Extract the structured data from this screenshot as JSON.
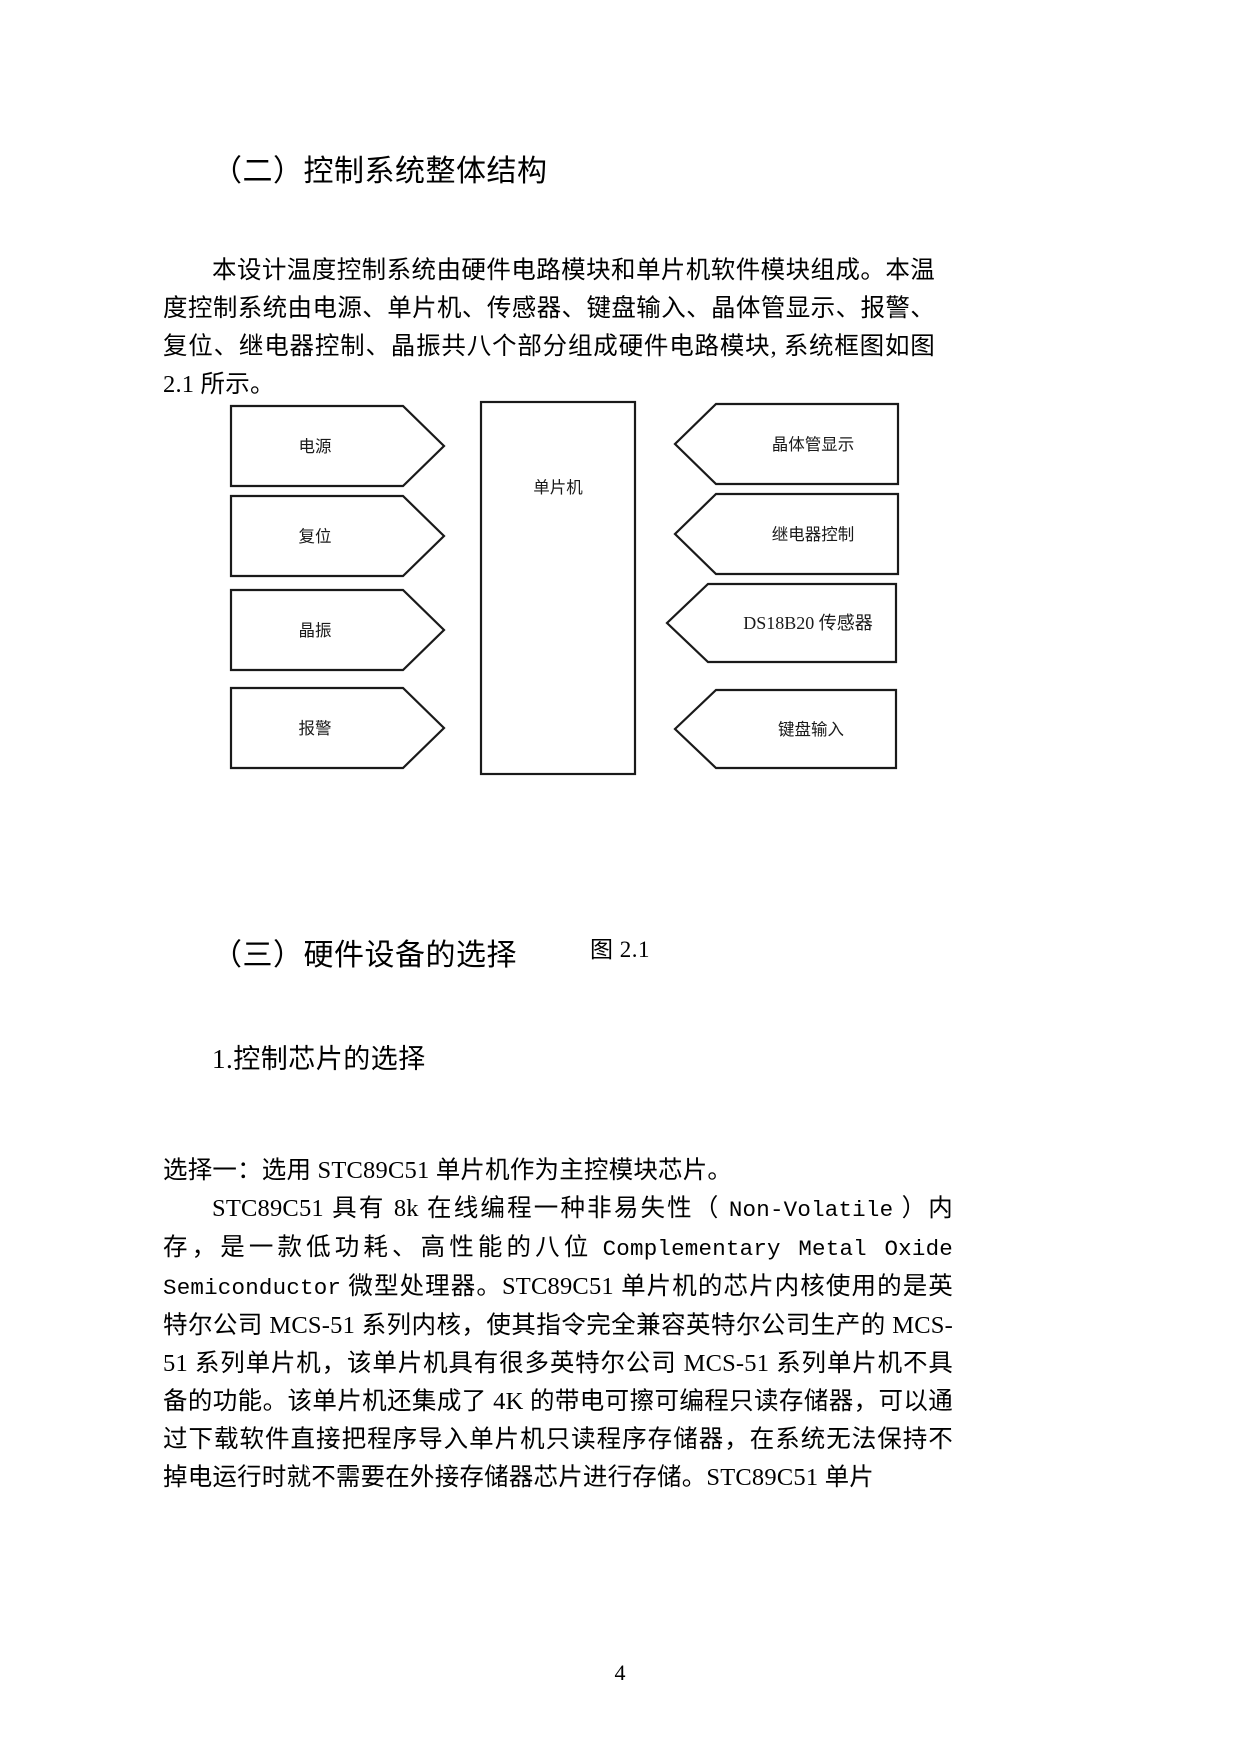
{
  "document": {
    "page_number": "4",
    "headings": {
      "section_two": "（二）控制系统整体结构",
      "section_three": "（三）硬件设备的选择",
      "subsection_one": "1.控制芯片的选择"
    },
    "paragraphs": {
      "intro": "本设计温度控制系统由硬件电路模块和单片机软件模块组成。本温度控制系统由电源、单片机、传感器、键盘输入、晶体管显示、报警、复位、继电器控制、晶振共八个部分组成硬件电路模块, 系统框图如图 2.1 所示。",
      "choice_one": "选择一：选用 STC89C51 单片机作为主控模块芯片。",
      "detail_part1": "STC89C51 具有 8k 在线编程一种非易失性（ ",
      "detail_mono1": "Non-Volatile",
      "detail_part2": " ）内存，是一款低功耗、高性能的八位 ",
      "detail_mono2": "Complementary Metal Oxide Semiconductor",
      "detail_part3": " 微型处理器。STC89C51 单片机的芯片内核使用的是英特尔公司 MCS-51 系列内核，使其指令完全兼容英特尔公司生产的 MCS-51 系列单片机，该单片机具有很多英特尔公司 MCS-51 系列单片机不具备的功能。该单片机还集成了 4K 的带电可擦可编程只读存储器，可以通过下载软件直接把程序导入单片机只读程序存储器，在系统无法保持不掉电运行时就不需要在外接存储器芯片进行存储。STC89C51 单片"
    },
    "figure": {
      "caption": "图 2.1",
      "center_block": {
        "label": "单片机"
      },
      "left_blocks": [
        {
          "label": "电源"
        },
        {
          "label": "复位"
        },
        {
          "label": "晶振"
        },
        {
          "label": "报警"
        }
      ],
      "right_blocks": [
        {
          "label": "晶体管显示"
        },
        {
          "label": "继电器控制"
        },
        {
          "label": "DS18B20 传感器"
        },
        {
          "label": "键盘输入"
        }
      ],
      "colors": {
        "stroke": "#1a1a1a",
        "fill": "#ffffff"
      }
    }
  }
}
